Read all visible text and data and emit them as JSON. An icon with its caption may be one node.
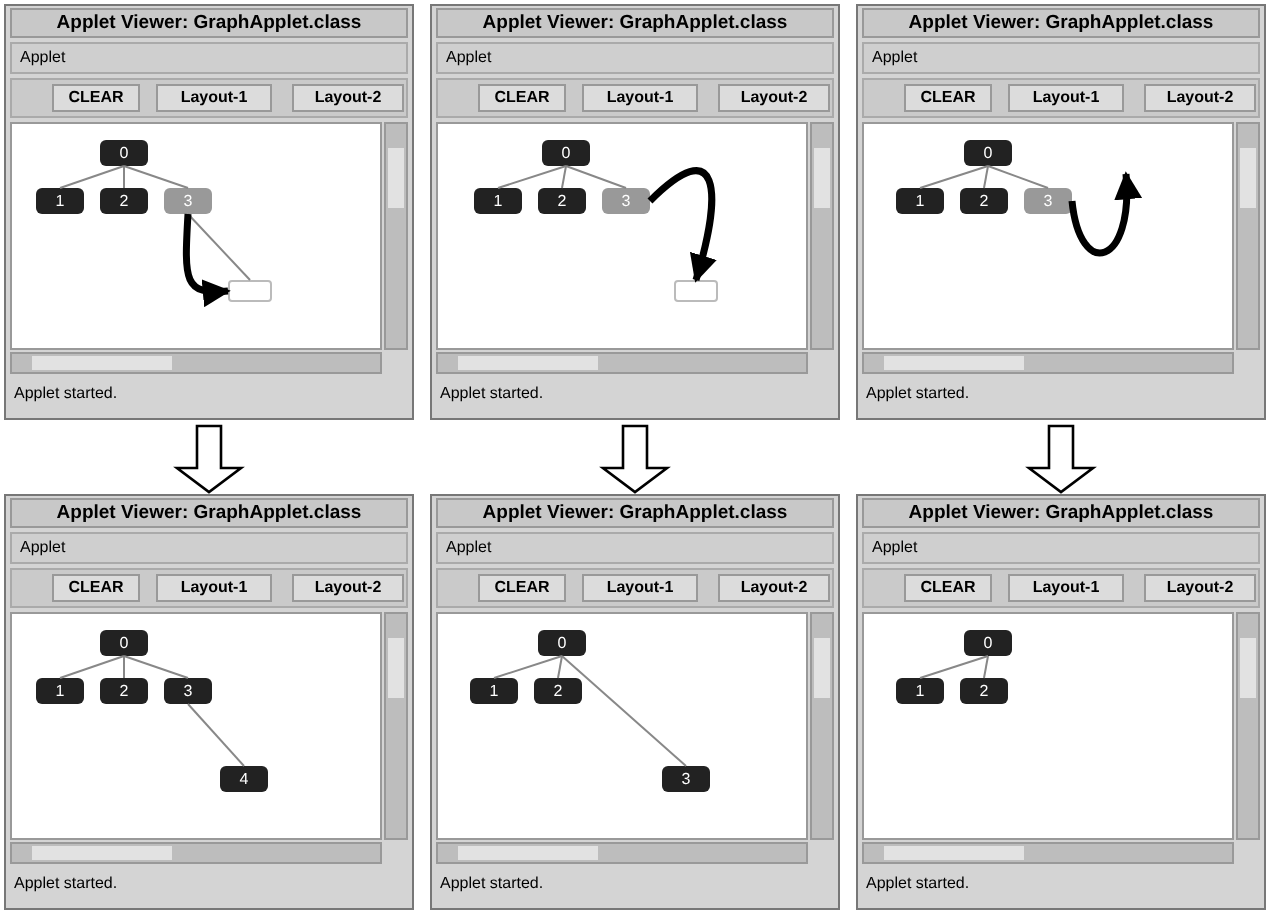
{
  "diagram": {
    "nodes": [
      {
        "text": [
          "Applet Viewer: GraphApplet.class",
          "Applet",
          "Applet started."
        ]
      },
      {
        "text": [
          "CLEAR"
        ],
        "in": 0
      },
      {
        "text": [
          "Layout-1"
        ],
        "in": 0
      },
      {
        "text": [
          "Layout-2"
        ],
        "in": 0
      },
      {
        "text": [
          "0"
        ],
        "in": 0
      },
      {
        "text": [
          "1"
        ],
        "in": 0
      },
      {
        "text": [
          "2"
        ],
        "in": 0
      },
      {
        "text": [
          "3"
        ],
        "in": 0
      },
      {
        "text": [],
        "shape": "box",
        "in": 0
      },
      {
        "text": [
          "Applet Viewer: GraphApplet.class",
          "Applet",
          "Applet started."
        ]
      },
      {
        "text": [
          "CLEAR"
        ],
        "in": 9
      },
      {
        "text": [
          "Layout-1"
        ],
        "in": 9
      },
      {
        "text": [
          "Layout-2"
        ],
        "in": 9
      },
      {
        "text": [
          "0"
        ],
        "in": 9
      },
      {
        "text": [
          "1"
        ],
        "in": 9
      },
      {
        "text": [
          "2"
        ],
        "in": 9
      },
      {
        "text": [
          "3"
        ],
        "in": 9
      },
      {
        "text": [],
        "shape": "box",
        "in": 9
      },
      {
        "text": [
          "Applet Viewer: GraphApplet.class",
          "Applet",
          "Applet started."
        ]
      },
      {
        "text": [
          "CLEAR"
        ],
        "in": 18
      },
      {
        "text": [
          "Layout-1"
        ],
        "in": 18
      },
      {
        "text": [
          "Layout-2"
        ],
        "in": 18
      },
      {
        "text": [
          "0"
        ],
        "in": 18
      },
      {
        "text": [
          "1"
        ],
        "in": 18
      },
      {
        "text": [
          "2"
        ],
        "in": 18
      },
      {
        "text": [
          "3"
        ],
        "in": 18
      },
      {
        "text": [
          "Applet Viewer: GraphApplet.class",
          "Applet",
          "Applet started."
        ]
      },
      {
        "text": [
          "CLEAR"
        ],
        "in": 26
      },
      {
        "text": [
          "Layout-1"
        ],
        "in": 26
      },
      {
        "text": [
          "Layout-2"
        ],
        "in": 26
      },
      {
        "text": [
          "0"
        ],
        "in": 26
      },
      {
        "text": [
          "1"
        ],
        "in": 26
      },
      {
        "text": [
          "2"
        ],
        "in": 26
      },
      {
        "text": [
          "3"
        ],
        "in": 26
      },
      {
        "text": [
          "4"
        ],
        "in": 26
      },
      {
        "text": [
          "Applet Viewer: GraphApplet.class",
          "Applet",
          "Applet started."
        ]
      },
      {
        "text": [
          "CLEAR"
        ],
        "in": 35
      },
      {
        "text": [
          "Layout-1"
        ],
        "in": 35
      },
      {
        "text": [
          "Layout-2"
        ],
        "in": 35
      },
      {
        "text": [
          "0"
        ],
        "in": 35
      },
      {
        "text": [
          "1"
        ],
        "in": 35
      },
      {
        "text": [
          "2"
        ],
        "in": 35
      },
      {
        "text": [
          "3"
        ],
        "in": 35
      },
      {
        "text": [
          "Applet Viewer: GraphApplet.class",
          "Applet",
          "Applet started."
        ]
      },
      {
        "text": [
          "CLEAR"
        ],
        "in": 43
      },
      {
        "text": [
          "Layout-1"
        ],
        "in": 43
      },
      {
        "text": [
          "Layout-2"
        ],
        "in": 43
      },
      {
        "text": [
          "0"
        ],
        "in": 43
      },
      {
        "text": [
          "1"
        ],
        "in": 43
      },
      {
        "text": [
          "2"
        ],
        "in": 43
      }
    ],
    "edges": [
      {
        "from": 4,
        "to": 5,
        "arrow": "none"
      },
      {
        "from": 4,
        "to": 6,
        "arrow": "none"
      },
      {
        "from": 4,
        "to": 7,
        "arrow": "none"
      },
      {
        "from": 7,
        "to": 8,
        "arrow": "none"
      },
      {
        "from": 7,
        "to": 8,
        "arrow": "to",
        "style": "thick",
        "color": "#000000"
      },
      {
        "from": 13,
        "to": 14,
        "arrow": "none"
      },
      {
        "from": 13,
        "to": 15,
        "arrow": "none"
      },
      {
        "from": 13,
        "to": 16,
        "arrow": "none"
      },
      {
        "from": 16,
        "to": 17,
        "arrow": "to",
        "style": "thick",
        "color": "#000000"
      },
      {
        "from": 22,
        "to": 23,
        "arrow": "none"
      },
      {
        "from": 22,
        "to": 24,
        "arrow": "none"
      },
      {
        "from": 22,
        "to": 25,
        "arrow": "none"
      },
      {
        "from": 25,
        "to": null,
        "arrow": "to",
        "style": "thick",
        "color": "#000000"
      },
      {
        "from": 30,
        "to": 31,
        "arrow": "none"
      },
      {
        "from": 30,
        "to": 32,
        "arrow": "none"
      },
      {
        "from": 30,
        "to": 33,
        "arrow": "none"
      },
      {
        "from": 33,
        "to": 34,
        "arrow": "none"
      },
      {
        "from": 39,
        "to": 40,
        "arrow": "none"
      },
      {
        "from": 39,
        "to": 41,
        "arrow": "none"
      },
      {
        "from": 39,
        "to": 42,
        "arrow": "none"
      },
      {
        "from": 47,
        "to": 48,
        "arrow": "none"
      },
      {
        "from": 47,
        "to": 49,
        "arrow": "none"
      },
      {
        "from": 0,
        "to": 26,
        "arrow": "to"
      },
      {
        "from": 9,
        "to": 35,
        "arrow": "to"
      },
      {
        "from": 18,
        "to": 43,
        "arrow": "to"
      }
    ]
  }
}
